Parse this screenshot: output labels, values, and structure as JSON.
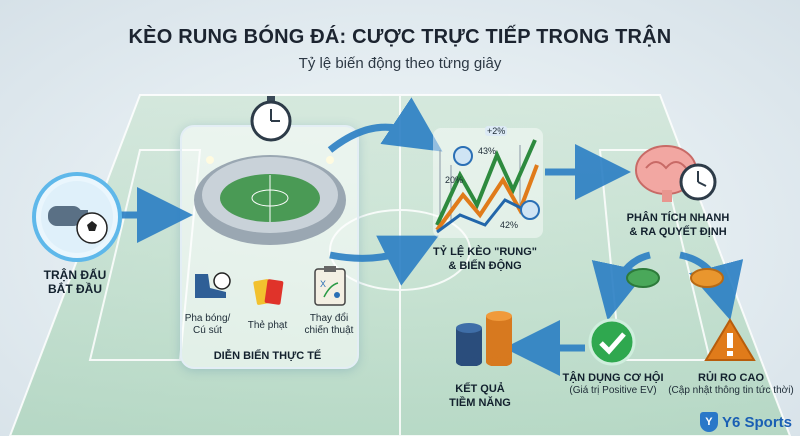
{
  "header": {
    "title": "KÈO RUNG BÓNG ĐÁ: CƯỢC TRỰC TIẾP TRONG TRẬN",
    "subtitle": "Tỷ lệ biến động theo từng giây"
  },
  "nodes": {
    "match_start": {
      "line1": "TRẬN ĐẤU",
      "line2": "BẮT ĐẦU",
      "icon": "whistle-and-ball-icon"
    },
    "live_events": {
      "caption": "DIỄN BIẾN THỰC TẾ",
      "icons": [
        "clock-icon",
        "stadium-icon"
      ],
      "items": [
        {
          "line1": "Pha bóng/",
          "line2": "Cú sút",
          "icon": "boot-and-ball-icon"
        },
        {
          "line1": "Thẻ phạt",
          "line2": "",
          "icon": "penalty-cards-icon"
        },
        {
          "line1": "Thay đổi",
          "line2": "chiến thuật",
          "icon": "tactics-board-icon"
        }
      ]
    },
    "odds": {
      "line1": "TỶ LỆ KÈO \"RUNG\"",
      "line2": "& BIẾN ĐỘNG",
      "percentages": [
        "+2%",
        "43%",
        "20%",
        "42%"
      ],
      "icon": "odds-chart-icon"
    },
    "analysis": {
      "line1": "PHÂN TÍCH NHANH",
      "line2": "& RA QUYẾT ĐỊNH",
      "icon": "brain-stopwatch-icon"
    },
    "opportunity": {
      "line1": "TẬN DỤNG CƠ HỘI",
      "line2": "(Giá trị Positive EV)",
      "icon": "check-icon"
    },
    "risk": {
      "line1": "RỦI RO CAO",
      "line2": "(Cập nhật thông tin tức thời)",
      "icon": "warning-icon"
    },
    "outcome": {
      "line1": "KẾT QUẢ",
      "line2": "TIỀM NĂNG",
      "icon": "chips-icon"
    }
  },
  "watermark": {
    "text": "Y6 Sports",
    "icon": "shield-logo-icon"
  },
  "colors": {
    "arrow": "#2b7fc4",
    "node_glow": "#5fb8ea",
    "check": "#2fa84f",
    "warning": "#e07b1a",
    "pitch_line": "#ffffff"
  }
}
